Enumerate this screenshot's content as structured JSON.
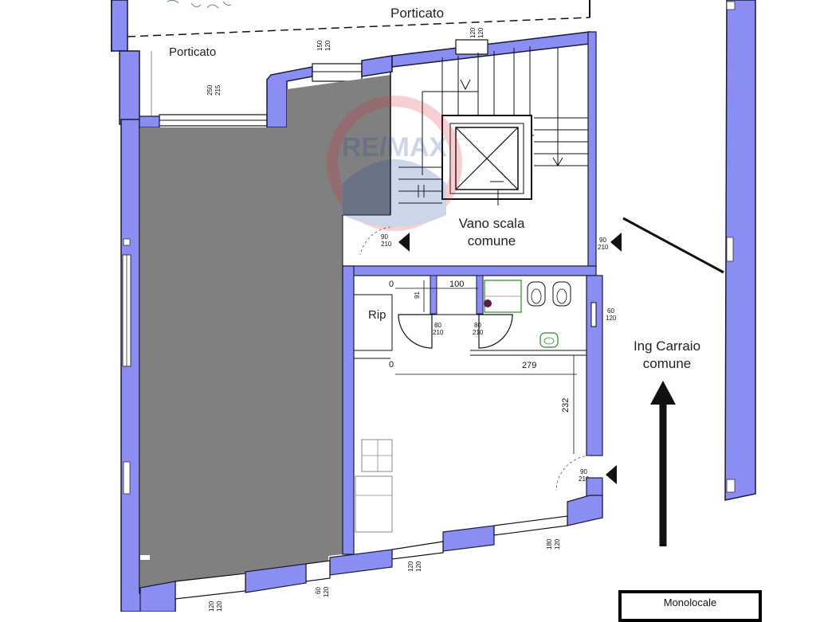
{
  "labels": {
    "porticato_top": "Porticato",
    "porticato_left": "Porticato",
    "stair_line1": "Vano scala",
    "stair_line2": "comune",
    "carraio_line1": "Ing Carraio",
    "carraio_line2": "comune",
    "ripostiglio": "Rip",
    "title_box": "Monolocale"
  },
  "watermark": {
    "text": "RE/MAX",
    "colors": {
      "red": "#d8293b",
      "blue": "#1f4a9b"
    }
  },
  "dimensions": {
    "balcony_window": [
      "250",
      "215"
    ],
    "top_window": [
      "150",
      "120"
    ],
    "stair_window": [
      "120",
      "120"
    ],
    "stair_door": [
      "90",
      "210"
    ],
    "stair_right_door": [
      "90",
      "210"
    ],
    "hall_left": "0",
    "hall_width": "100",
    "hall_height": "91",
    "bath_door_left": [
      "80",
      "210"
    ],
    "bath_door_right": [
      "80",
      "210"
    ],
    "bath_right_door": [
      "60",
      "120"
    ],
    "room_left": "0",
    "room_width": "279",
    "room_height": "232",
    "entry_door": [
      "90",
      "210"
    ],
    "window_bottom_right": [
      "180",
      "120"
    ],
    "window_bottom_mid": [
      "120",
      "120"
    ],
    "window_bottom_left": [
      "60",
      "120"
    ],
    "window_bottom_far": [
      "120",
      "120"
    ]
  },
  "colors": {
    "wall": "#8a8ef2",
    "wall_outline": "#1a1a3a",
    "grey_fill": "#808080",
    "arrow": "#111111"
  }
}
